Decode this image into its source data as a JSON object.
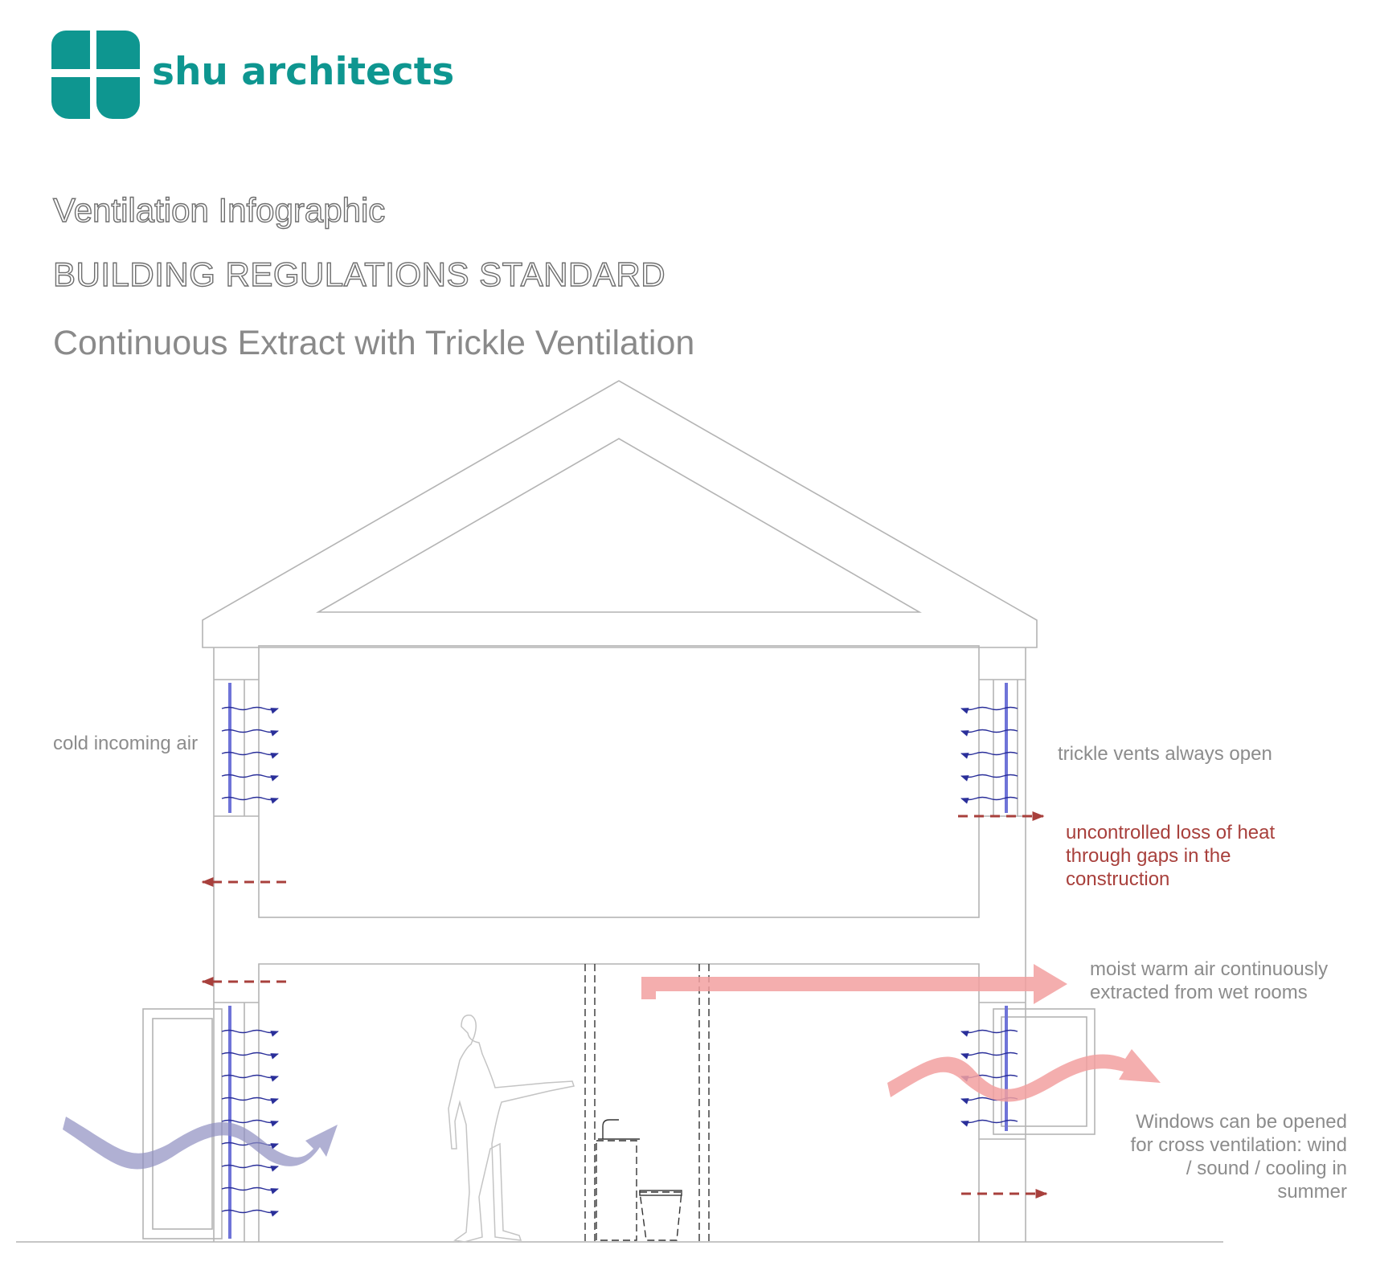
{
  "brand": {
    "name": "shu architects",
    "color": "#0e9690"
  },
  "headings": {
    "title": "Ventilation Infographic",
    "subtitle": "BUILDING REGULATIONS STANDARD",
    "system": "Continuous Extract with Trickle Ventilation"
  },
  "annotations": {
    "cold_air": "cold incoming air",
    "trickle_vents": "trickle vents always open",
    "heat_loss": [
      "uncontrolled loss of heat",
      "through gaps in the",
      "construction"
    ],
    "extract": [
      "moist warm air continuously",
      "extracted from wet rooms"
    ],
    "windows": [
      "Windows can be opened",
      "for cross ventilation: wind",
      "/ sound / cooling in",
      "summer"
    ]
  },
  "colors": {
    "outline": "#b4b4b4",
    "vent": "#6f74d8",
    "cold_flow": "#8f8fc0",
    "warm_flow": "#f2a0a0",
    "heat_loss": "#a8403c",
    "inflow_arrows": "#2a2f9a"
  }
}
